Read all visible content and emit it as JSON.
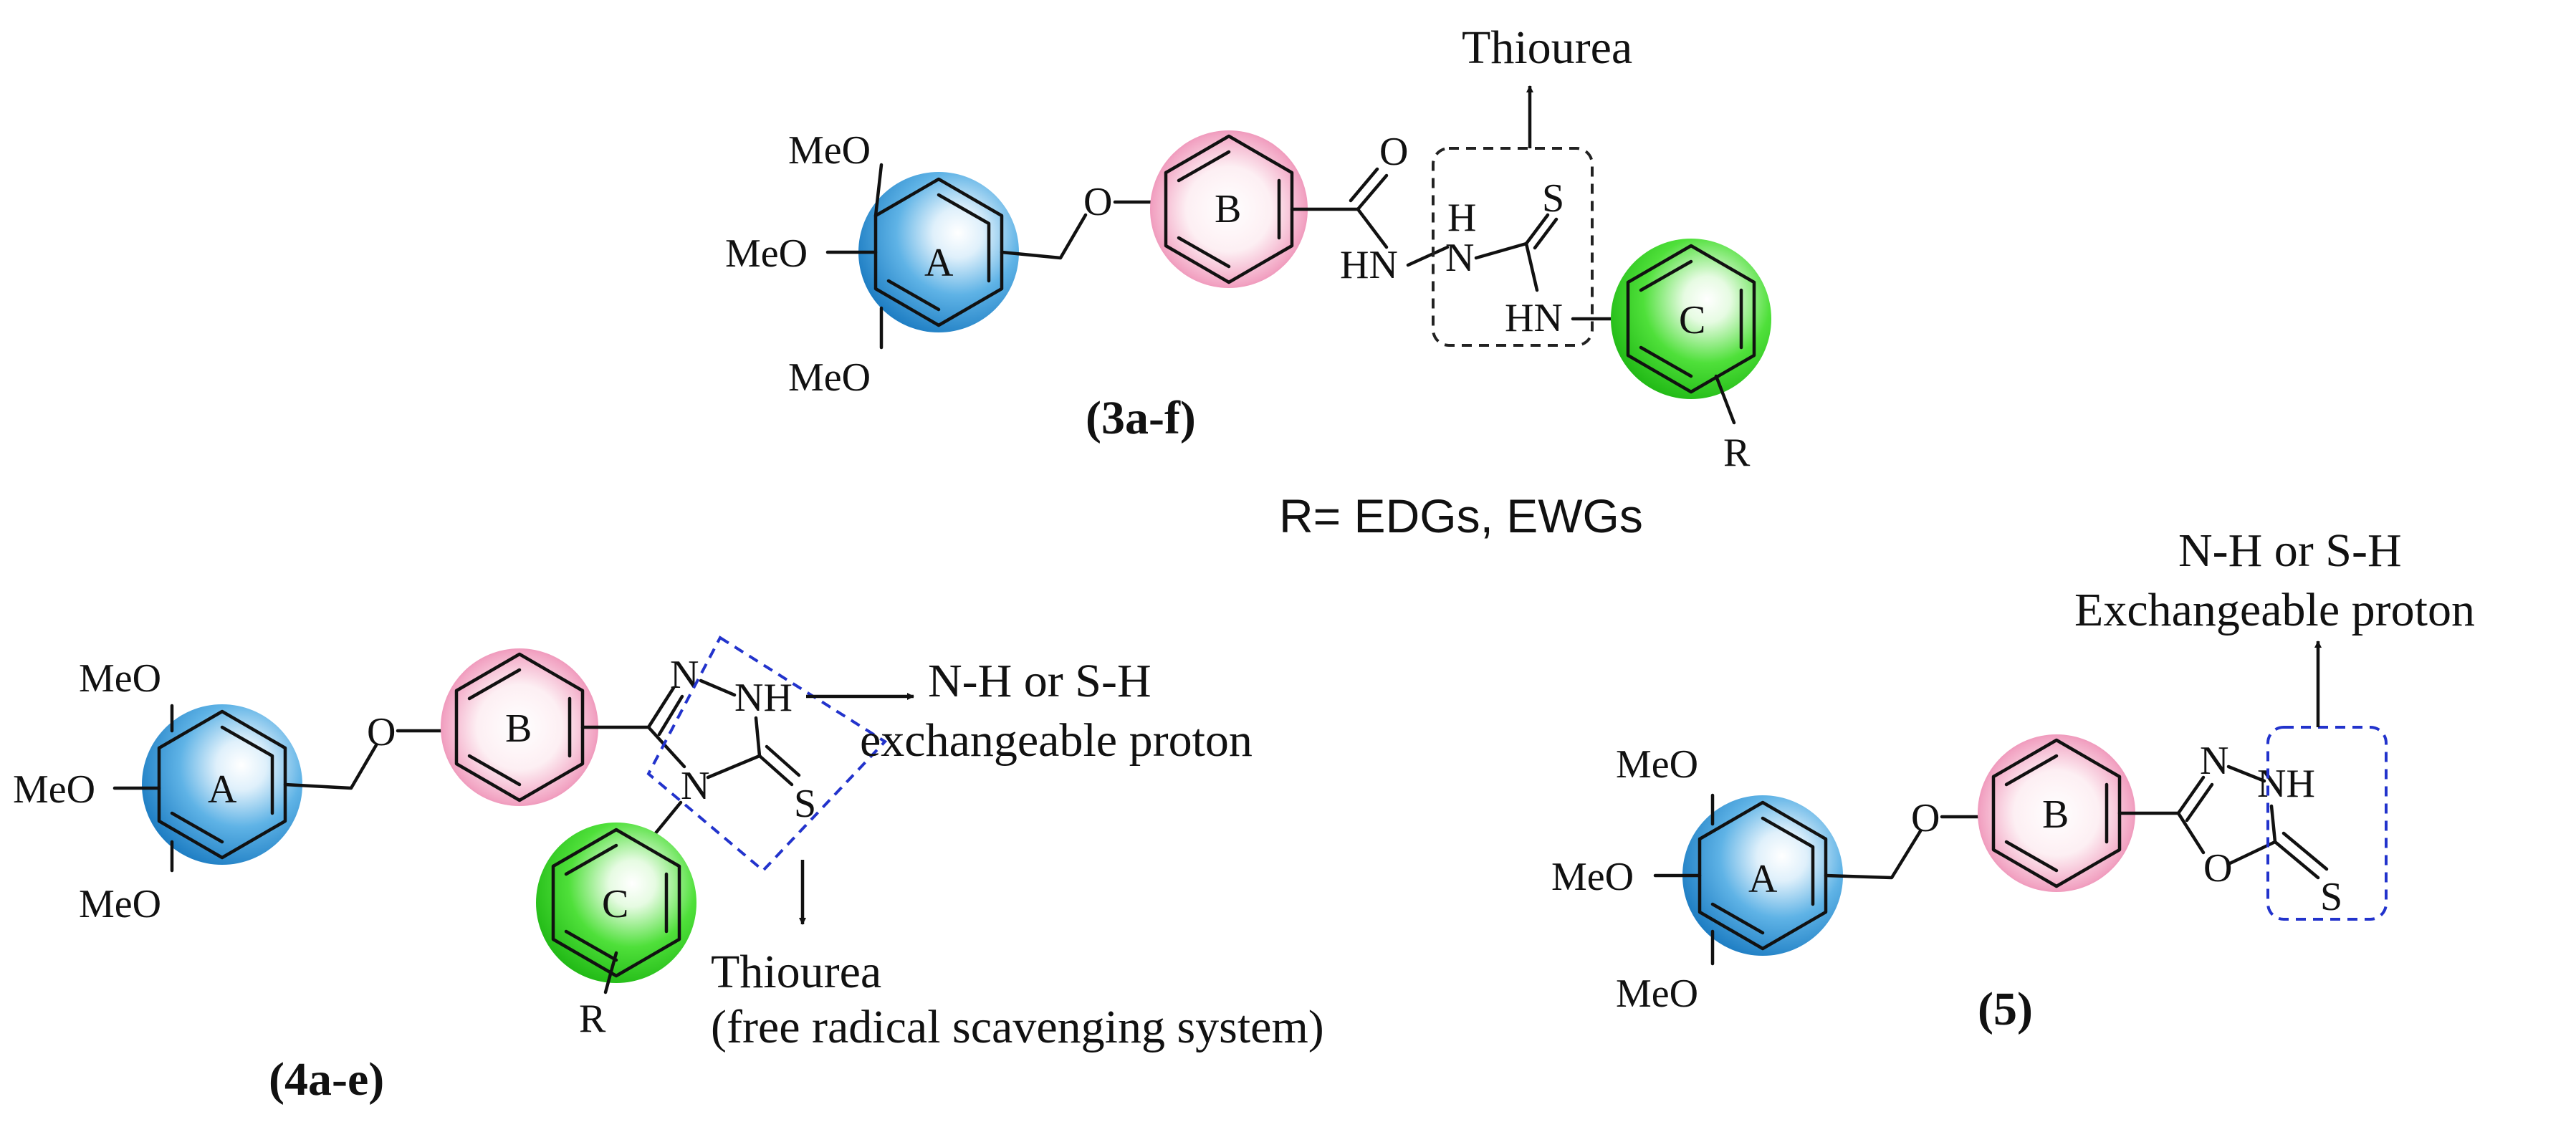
{
  "colors": {
    "ring_a": "#1f8fd6",
    "ring_b": "#e879a8",
    "ring_c": "#22c41a",
    "dashed_blue": "#2233cc",
    "dashed_black": "#222222"
  },
  "compound_3": {
    "caption": "(3a-f)",
    "annotation": "Thiourea",
    "substituent_note": "R= EDGs, EWGs",
    "atoms": {
      "meo_top": "MeO",
      "meo_mid": "MeO",
      "meo_bot": "MeO",
      "ring_a": "A",
      "ring_b": "B",
      "ring_c": "C",
      "o_ether": "O",
      "o_carbonyl": "O",
      "hn_amide": "HN",
      "nh_h": "H",
      "nh_n": "N",
      "s": "S",
      "hn_thio": "HN",
      "r": "R"
    }
  },
  "compound_4": {
    "caption": "(4a-e)",
    "annotation_right_1": "N-H or S-H",
    "annotation_right_2": "exchangeable proton",
    "annotation_bottom_1": "Thiourea",
    "annotation_bottom_2": "(free radical scavenging system)",
    "atoms": {
      "meo_top": "MeO",
      "meo_mid": "MeO",
      "meo_bot": "MeO",
      "ring_a": "A",
      "ring_b": "B",
      "ring_c": "C",
      "o_ether": "O",
      "n_ring": "N",
      "nh": "NH",
      "n_sub": "N",
      "s": "S",
      "r": "R"
    }
  },
  "compound_5": {
    "caption": "(5)",
    "annotation_1": "N-H or S-H",
    "annotation_2": "Exchangeable proton",
    "atoms": {
      "meo_top": "MeO",
      "meo_mid": "MeO",
      "meo_bot": "MeO",
      "ring_a": "A",
      "ring_b": "B",
      "o_ether": "O",
      "n_ring": "N",
      "nh": "NH",
      "o_ring": "O",
      "s": "S"
    }
  }
}
